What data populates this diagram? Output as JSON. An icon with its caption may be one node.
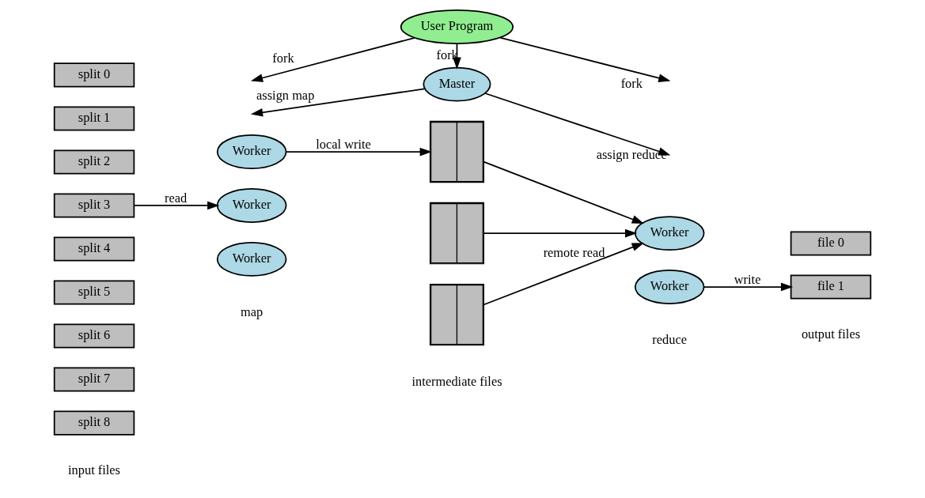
{
  "diagram": {
    "nodes": [
      {
        "text": [
          "User Program"
        ]
      },
      {
        "text": [
          "Master"
        ]
      },
      {
        "text": [
          "split 0"
        ]
      },
      {
        "text": [
          "split 1"
        ]
      },
      {
        "text": [
          "split 2"
        ]
      },
      {
        "text": [
          "split 3"
        ]
      },
      {
        "text": [
          "split 4"
        ]
      },
      {
        "text": [
          "split 5"
        ]
      },
      {
        "text": [
          "split 6"
        ]
      },
      {
        "text": [
          "split 7"
        ]
      },
      {
        "text": [
          "split 8"
        ]
      },
      {
        "text": [
          "Worker"
        ]
      },
      {
        "text": [
          "Worker"
        ]
      },
      {
        "text": [
          "Worker"
        ]
      },
      {
        "text": [],
        "shape": "box"
      },
      {
        "text": [],
        "shape": "box"
      },
      {
        "text": [],
        "shape": "box"
      },
      {
        "text": [
          "Worker"
        ]
      },
      {
        "text": [
          "Worker"
        ]
      },
      {
        "text": [
          "file 0"
        ]
      },
      {
        "text": [
          "file 1"
        ]
      }
    ],
    "edges": [
      {
        "from": 0,
        "to": null,
        "arrow": "to",
        "label": "fork"
      },
      {
        "from": 0,
        "to": 1,
        "arrow": "to",
        "label": "fork"
      },
      {
        "from": 0,
        "to": null,
        "arrow": "to",
        "label": "fork"
      },
      {
        "from": 1,
        "to": null,
        "arrow": "to",
        "label": "assign reduce"
      },
      {
        "from": 1,
        "to": null,
        "arrow": "to",
        "label": "assign map"
      },
      {
        "from": 5,
        "to": 12,
        "arrow": "to",
        "label": "read"
      },
      {
        "from": 11,
        "to": 14,
        "arrow": "to",
        "label": "local write"
      },
      {
        "from": 14,
        "to": 17,
        "arrow": "to"
      },
      {
        "from": 15,
        "to": 17,
        "arrow": "to"
      },
      {
        "from": 16,
        "to": 17,
        "arrow": "to",
        "label": "remote read"
      },
      {
        "from": 18,
        "to": 20,
        "arrow": "to",
        "label": "write"
      }
    ],
    "labels": [
      "input files",
      "map",
      "intermediate files",
      "reduce",
      "output files"
    ]
  }
}
